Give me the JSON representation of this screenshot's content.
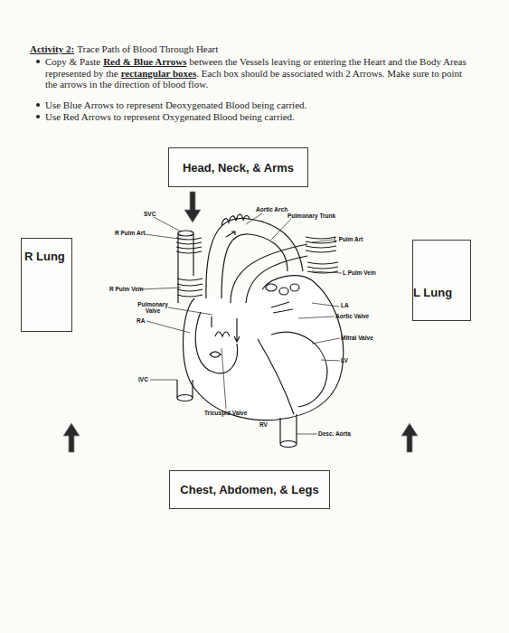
{
  "diagram": {
    "title": "Activity 2:",
    "nodes": [
      {
        "text": [
          "Head, Neck, & Arms"
        ]
      },
      {
        "text": [
          "R Lung"
        ]
      },
      {
        "text": [
          "L Lung"
        ]
      },
      {
        "text": [
          "Chest, Abdomen, & Legs"
        ]
      }
    ],
    "labels": [
      "Trace Path of Blood Through Heart",
      "Copy & Paste",
      "Red & Blue Arrows",
      "between the Vessels leaving or entering the Heart and the Body Areas represented by the",
      "rectangular boxes",
      ". Each box should be associated with 2 Arrows. Make sure to point the arrows in the direction of blood flow.",
      "Use Blue Arrows to represent Deoxygenated Blood being carried.",
      "Use Red Arrows to represent Oxygenated Blood being carried.",
      "SVC",
      "Aortic Arch",
      "Pulmonary Trunk",
      "R Pulm Art",
      "L Pulm Art",
      "L Pulm Vein",
      "R Pulm Vein",
      "Pulmonary Valve",
      "RA",
      "LA",
      "Aortic Valve",
      "Mitral Valve",
      "LV",
      "IVC",
      "Tricuspid Valve",
      "RV",
      "Desc. Aorta"
    ]
  }
}
